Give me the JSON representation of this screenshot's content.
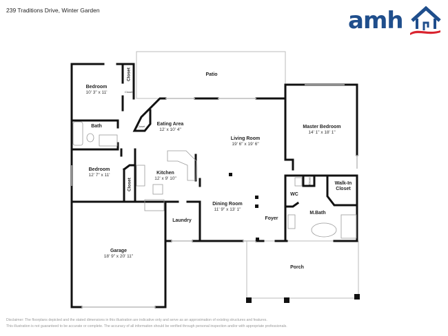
{
  "header": {
    "address": "239 Traditions Drive, Winter Garden"
  },
  "logo": {
    "text": "amh",
    "brand_color": "#1f4e8c",
    "accent_color": "#d9232e",
    "icon": "house-roof-icon"
  },
  "rooms": [
    {
      "name": "Bedroom",
      "dims": "10' 3\" x 11'"
    },
    {
      "name": "Bath",
      "dims": ""
    },
    {
      "name": "Bedroom",
      "dims": "12' 7\" x 11'"
    },
    {
      "name": "Eating Area",
      "dims": "12' x 10' 4\""
    },
    {
      "name": "Kitchen",
      "dims": "12' x 9' 10\""
    },
    {
      "name": "Patio",
      "dims": ""
    },
    {
      "name": "Living Room",
      "dims": "19' 6\" x 19' 6\""
    },
    {
      "name": "Master Bedroom",
      "dims": "14' 1\" x 18' 1\""
    },
    {
      "name": "Dining Room",
      "dims": "11' 9\" x 13' 1\""
    },
    {
      "name": "Laundry",
      "dims": ""
    },
    {
      "name": "Garage",
      "dims": "18' 9\" x 20' 11\""
    },
    {
      "name": "Foyer",
      "dims": ""
    },
    {
      "name": "WC",
      "dims": ""
    },
    {
      "name": "M.Bath",
      "dims": ""
    },
    {
      "name": "Walk-In",
      "dims": "Closet"
    },
    {
      "name": "Porch",
      "dims": ""
    }
  ],
  "closets": {
    "large": "Closet",
    "small": "Closet"
  },
  "footer": {
    "disclaimer_line1": "Disclaimer: The floorplans depicted and the stated dimensions in this illustration are indicative only and serve as an approximation of existing structures and features.",
    "disclaimer_line2": "This illustration is not guaranteed to be accurate or complete. The accuracy of all information should be verified through personal inspection and/or with appropriate professionals."
  }
}
